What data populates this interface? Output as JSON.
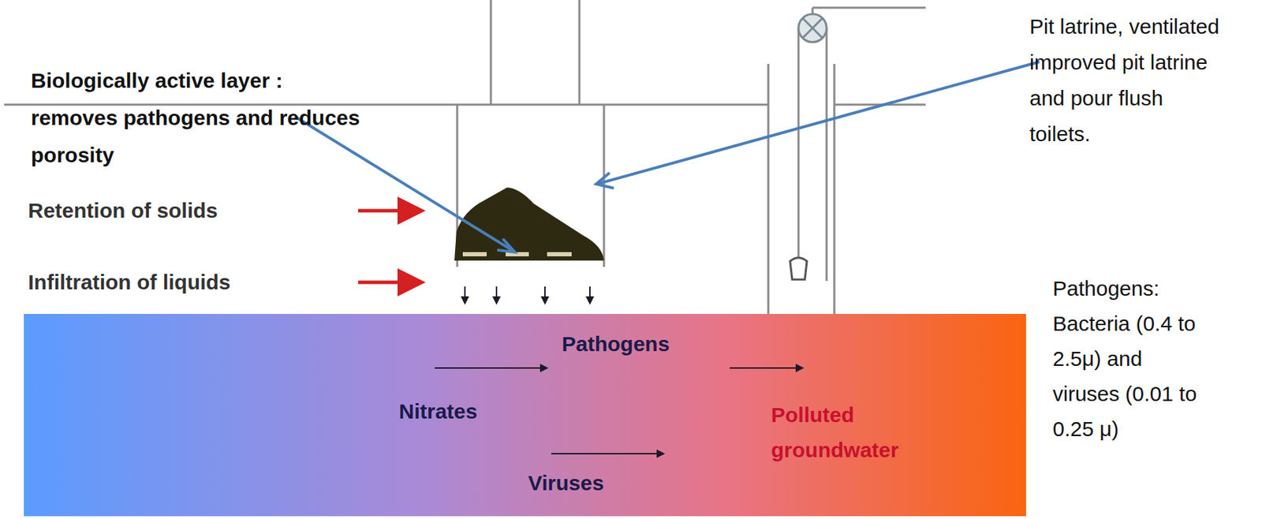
{
  "diagram": {
    "nodes": [
      {
        "text": [
          "Pathogens",
          "Nitrates",
          "Polluted groundwater",
          "Viruses"
        ]
      }
    ],
    "labels": [
      "Biologically active layer : removes pathogens and reduces porosity",
      "Retention of solids",
      "Infiltration of liquids",
      "Pit latrine, ventilated improved pit latrine and pour flush toilets.",
      "Pathogens: Bacteria (0.4 to 2.5μ) and viruses (0.01 to 0.25 μ)"
    ]
  }
}
